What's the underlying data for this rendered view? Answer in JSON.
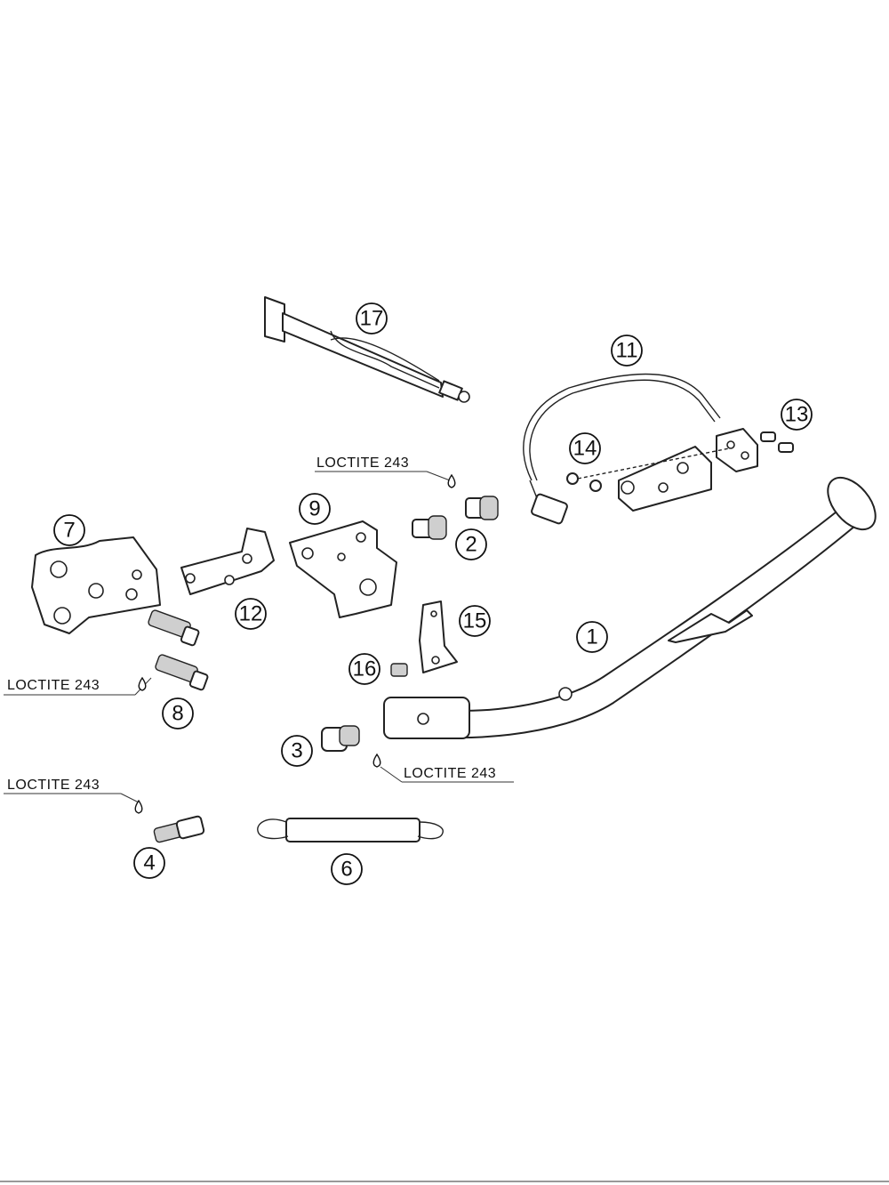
{
  "callouts": {
    "c1": "1",
    "c2": "2",
    "c3": "3",
    "c4": "4",
    "c6": "6",
    "c7": "7",
    "c8": "8",
    "c9": "9",
    "c11": "11",
    "c12": "12",
    "c13": "13",
    "c14": "14",
    "c15": "15",
    "c16": "16",
    "c17": "17"
  },
  "notes": {
    "loctite_top": "LOCTITE 243",
    "loctite_left": "LOCTITE 243",
    "loctite_middle": "LOCTITE 243",
    "loctite_bottom": "LOCTITE 243"
  }
}
